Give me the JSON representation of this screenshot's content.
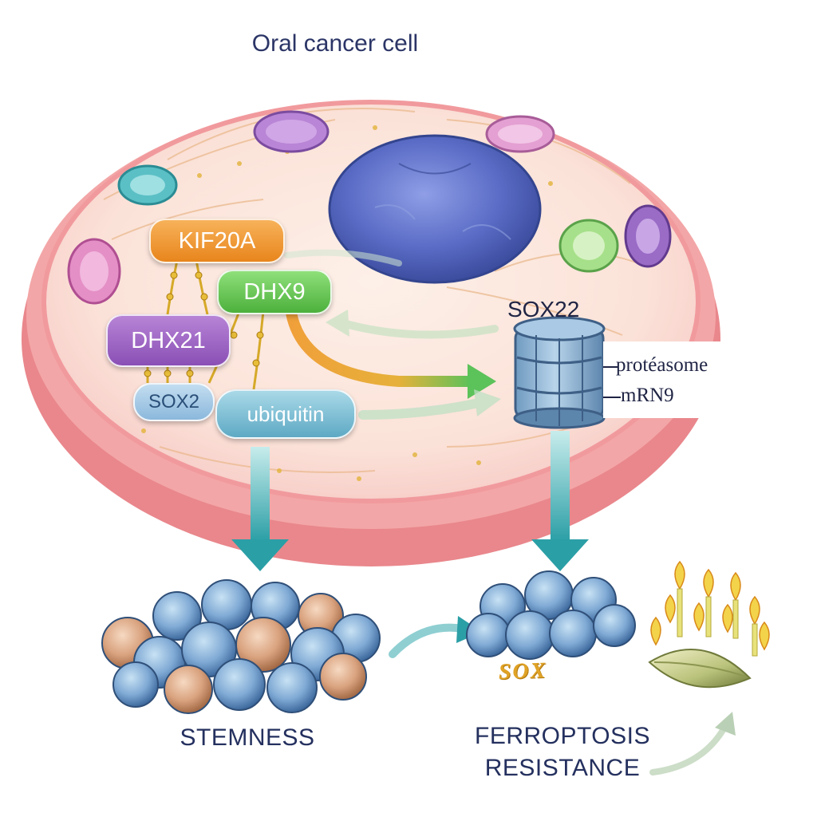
{
  "title": "Oral cancer cell",
  "proteins": {
    "kif20a": "KIF20A",
    "dhx9": "DHX9",
    "dhx21": "DHX21",
    "sox2": "SOX2",
    "ubiquitin": "ubiquitin"
  },
  "proteasome": {
    "top_label": "SOX22",
    "side_label_1": "protéasome",
    "side_label_2": "mRN9"
  },
  "outcomes": {
    "stemness": "STEMNESS",
    "ferroptosis_line1": "FERROPTOSIS",
    "ferroptosis_line2": "RESISTANCE",
    "scribble_text": "SOX"
  },
  "colors": {
    "cell_border": "#f08a8f",
    "cytoplasm": "#fbe3dc",
    "nucleus": "#5b6fc8",
    "kif20a": "#f09a3a",
    "dhx9": "#6cc95a",
    "dhx21": "#a068c6",
    "sox2": "#a8cbe8",
    "ubiquitin": "#7cbfd6",
    "teal_arrow": "#2fa3a8"
  }
}
